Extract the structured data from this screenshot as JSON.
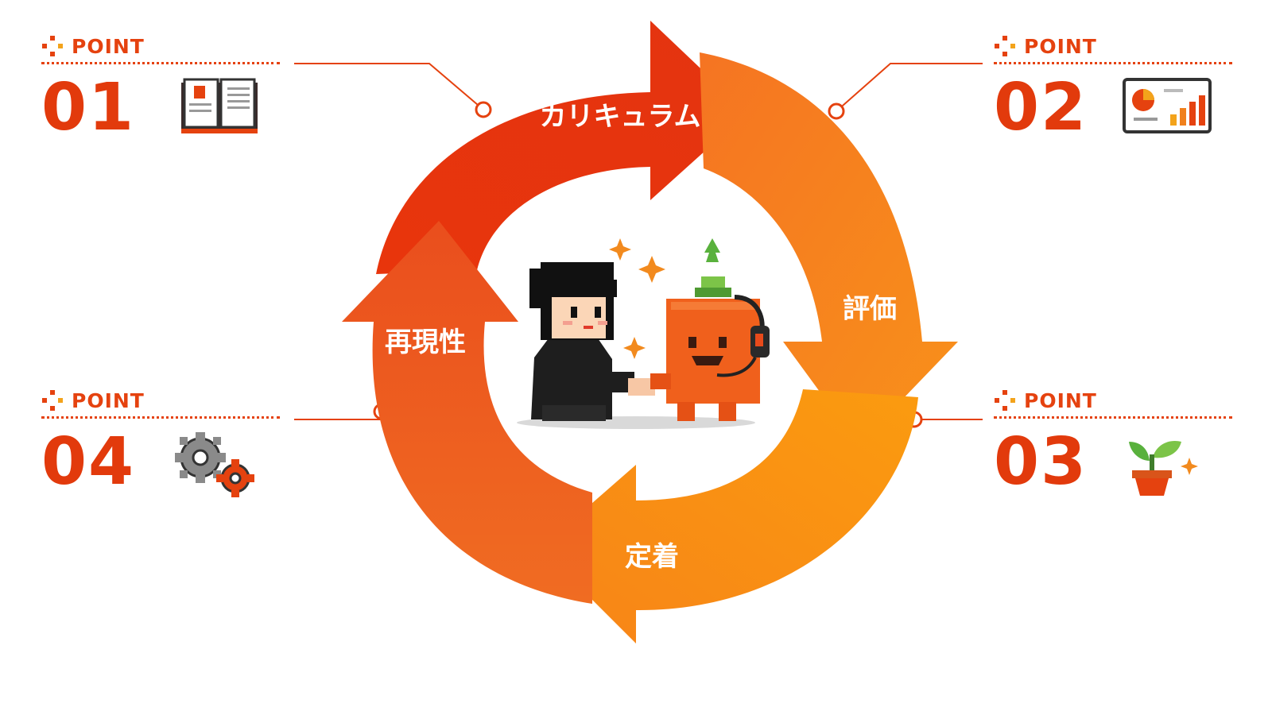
{
  "points": [
    {
      "label": "POINT",
      "number": "01",
      "icon": "book-icon"
    },
    {
      "label": "POINT",
      "number": "02",
      "icon": "chart-board-icon"
    },
    {
      "label": "POINT",
      "number": "03",
      "icon": "sprout-icon"
    },
    {
      "label": "POINT",
      "number": "04",
      "icon": "gears-icon"
    }
  ],
  "cycle": {
    "steps": [
      "カリキュラム",
      "評価",
      "定着",
      "再現性"
    ]
  },
  "colors": {
    "accent": "#e5420f",
    "arrow_top": "#e4320c",
    "arrow_right": "#f5801e",
    "arrow_bottom": "#fb960f",
    "arrow_left": "#ee5a20"
  },
  "center_illustration": "person-shaking-hands-with-mascot"
}
